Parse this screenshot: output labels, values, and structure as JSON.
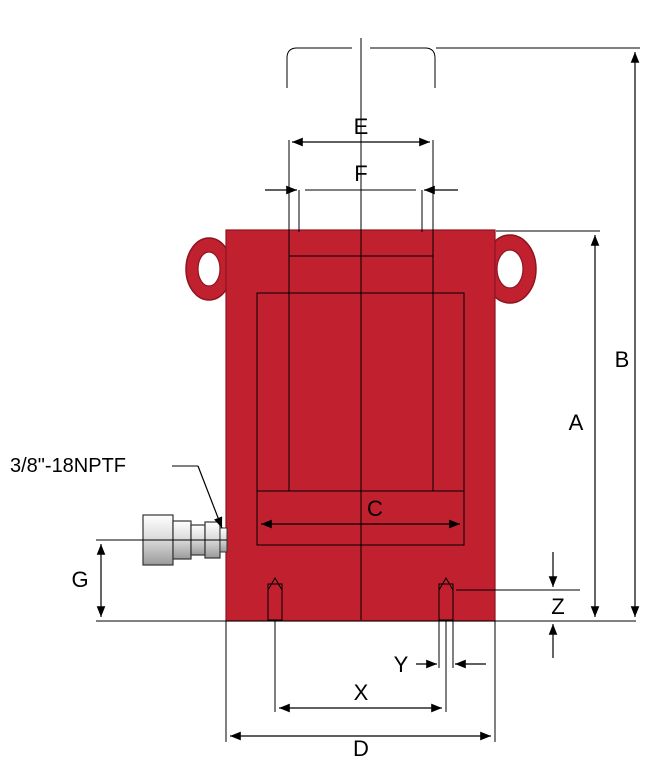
{
  "colors": {
    "body": "#c1202f",
    "body_edge": "#8c1520",
    "coupler": "#e8e8e8",
    "line": "#000000"
  },
  "labels": {
    "a": "A",
    "b": "B",
    "c": "C",
    "d": "D",
    "e": "E",
    "f": "F",
    "g": "G",
    "x": "X",
    "y": "Y",
    "z": "Z",
    "port": "3/8\"-18NPTF"
  }
}
